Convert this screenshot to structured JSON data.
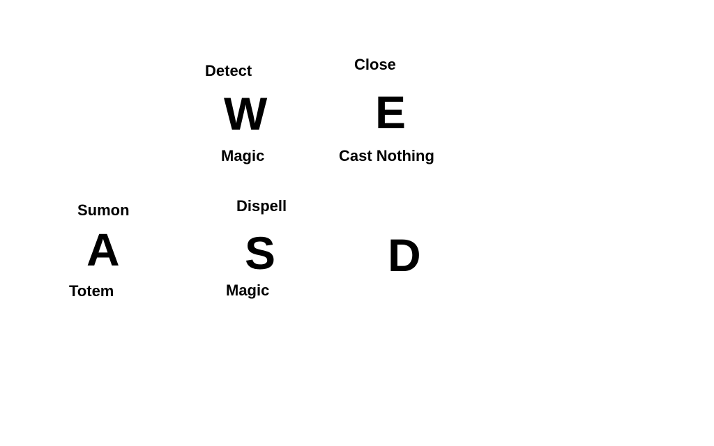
{
  "keys": {
    "w": {
      "letter": "W",
      "top": "Detect",
      "bottom": "Magic"
    },
    "e": {
      "letter": "E",
      "top": "Close",
      "bottom": "Cast Nothing"
    },
    "a": {
      "letter": "A",
      "top": "Sumon",
      "bottom": "Totem"
    },
    "s": {
      "letter": "S",
      "top": "Dispell",
      "bottom": "Magic"
    },
    "d": {
      "letter": "D"
    }
  }
}
